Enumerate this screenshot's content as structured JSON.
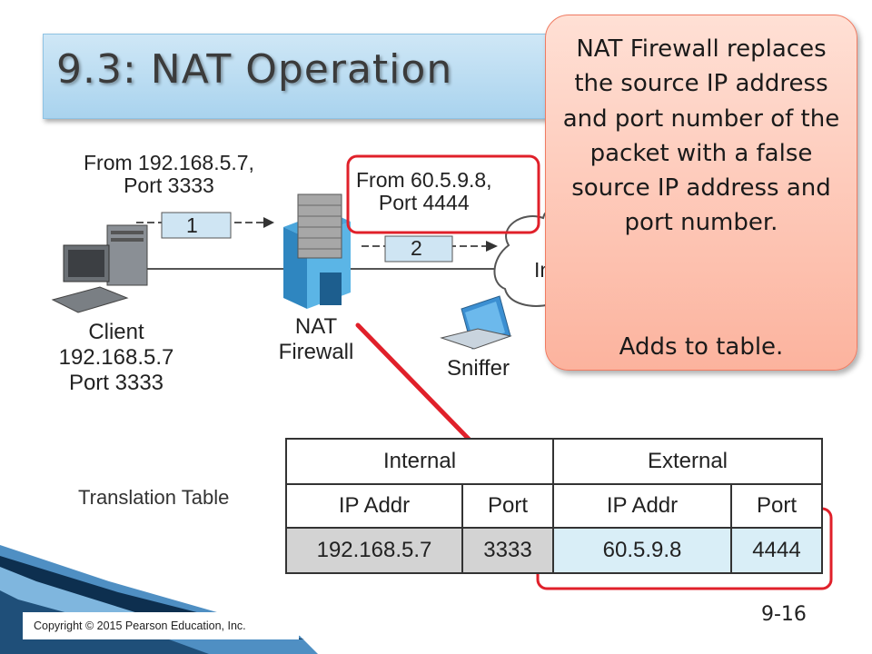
{
  "slide": {
    "title": "9.3: NAT Operation",
    "page_number": "9-16",
    "copyright": "Copyright © 2015 Pearson Education, Inc."
  },
  "callout": {
    "main": "NAT Firewall replaces the source IP address and port number of the packet with a false source IP address and port number.",
    "sub": "Adds to table."
  },
  "diagram": {
    "packet1": {
      "line1": "From 192.168.5.7,",
      "line2": "Port 3333",
      "number": "1"
    },
    "packet2": {
      "line1": "From 60.5.9.8,",
      "line2": "Port 4444",
      "number": "2"
    },
    "internet_label": "In",
    "client": {
      "line1": "Client",
      "line2": "192.168.5.7",
      "line3": "Port 3333"
    },
    "firewall": {
      "line1": "NAT",
      "line2": "Firewall"
    },
    "sniffer": "Sniffer",
    "highlight_color": "#e0202a"
  },
  "translation_table": {
    "label": "Translation Table",
    "group_headers": [
      "Internal",
      "External"
    ],
    "column_headers": [
      "IP Addr",
      "Port",
      "IP Addr",
      "Port"
    ],
    "rows": [
      [
        "192.168.5.7",
        "3333",
        "60.5.9.8",
        "4444"
      ]
    ]
  }
}
